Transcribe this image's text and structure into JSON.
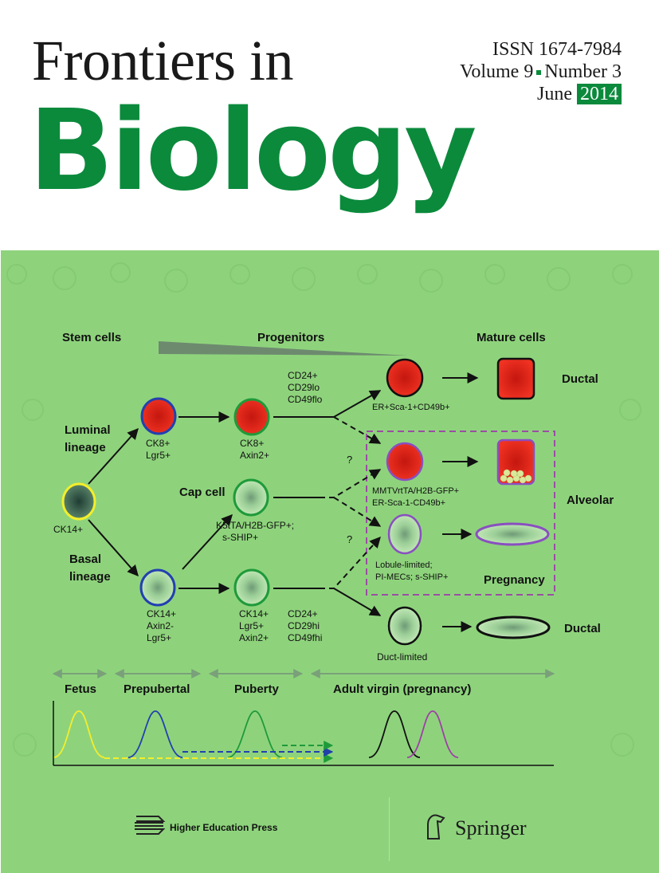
{
  "journal": {
    "title_line1": "Frontiers in",
    "title_line2": "Biology"
  },
  "issue": {
    "issn": "ISSN 1674-7984",
    "volume": "Volume 9",
    "number": "Number 3",
    "month": "June",
    "year": "2014"
  },
  "colors": {
    "brand_green": "#0b8a3c",
    "panel_green": "#8ed37c",
    "cell_red": "#e8291e",
    "purple_dashed": "#9b4da3"
  },
  "figure": {
    "headers": {
      "stem": "Stem cells",
      "progenitors": "Progenitors",
      "mature": "Mature cells"
    },
    "lineages": {
      "luminal_1": "Luminal",
      "luminal_2": "lineage",
      "basal_1": "Basal",
      "basal_2": "lineage",
      "cap": "Cap cell"
    },
    "markers": {
      "ck14": "CK14+",
      "luminal_a_1": "CK8+",
      "luminal_a_2": "Lgr5+",
      "luminal_b_1": "CK8+",
      "luminal_b_2": "Axin2+",
      "cap_1": "K5tTA/H2B-GFP+;",
      "cap_2": "s-SHIP+",
      "basal_a_1": "CK14+",
      "basal_a_2": "Axin2-",
      "basal_a_3": "Lgr5+",
      "basal_b_1": "CK14+",
      "basal_b_2": "Lgr5+",
      "basal_b_3": "Axin2+",
      "upper_1": "CD24+",
      "upper_2": "CD29lo",
      "upper_3": "CD49flo",
      "lower_1": "CD24+",
      "lower_2": "CD29hi",
      "lower_3": "CD49fhi",
      "er_pos": "ER+Sca-1+CD49b+",
      "mmtv_1": "MMTVrtTA/H2B-GFP+",
      "mmtv_2": "ER-Sca-1-CD49b+",
      "lobule_1": "Lobule-limited;",
      "lobule_2": "PI-MECs; s-SHIP+",
      "duct_limited": "Duct-limited",
      "q1": "?",
      "q2": "?"
    },
    "outcomes": {
      "ductal_top": "Ductal",
      "alveolar": "Alveolar",
      "pregnancy": "Pregnancy",
      "ductal_bottom": "Ductal"
    },
    "stages": {
      "fetus": "Fetus",
      "prepubertal": "Prepubertal",
      "puberty": "Puberty",
      "adult": "Adult virgin (pregnancy)"
    }
  },
  "publishers": {
    "hep": "Higher Education Press",
    "springer": "Springer"
  }
}
